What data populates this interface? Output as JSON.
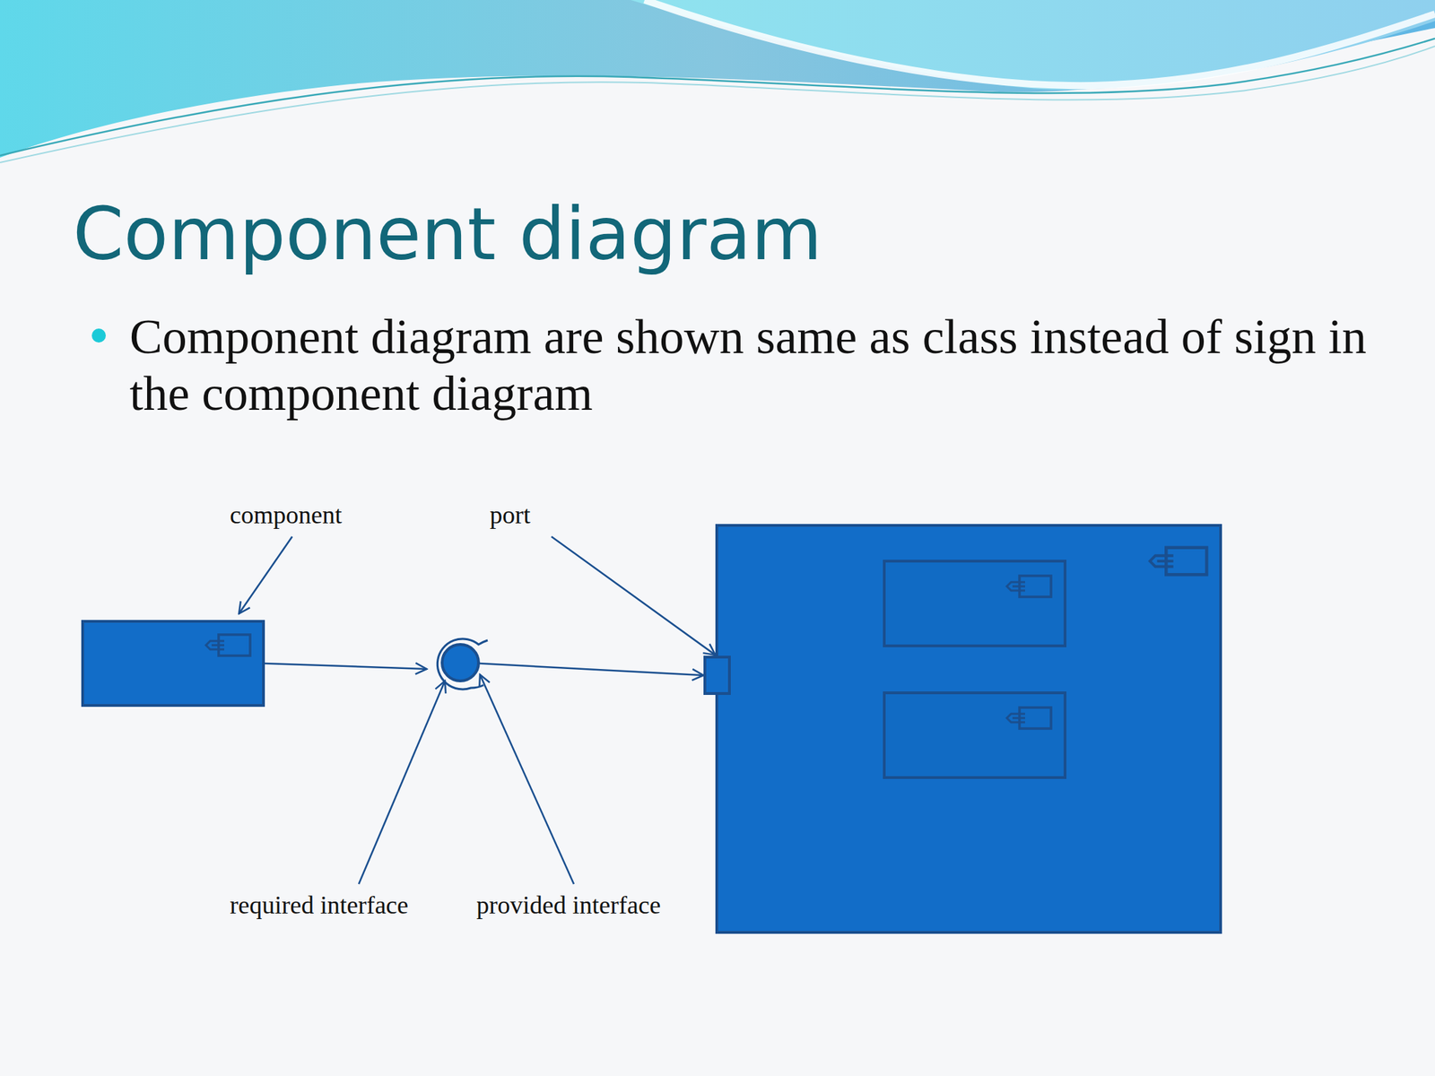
{
  "diagram": {
    "title": "Component diagram",
    "labels": [
      "Component diagram are shown same as class instead of sign in the component diagram",
      "component",
      "port",
      "required interface",
      "provided interface"
    ]
  }
}
